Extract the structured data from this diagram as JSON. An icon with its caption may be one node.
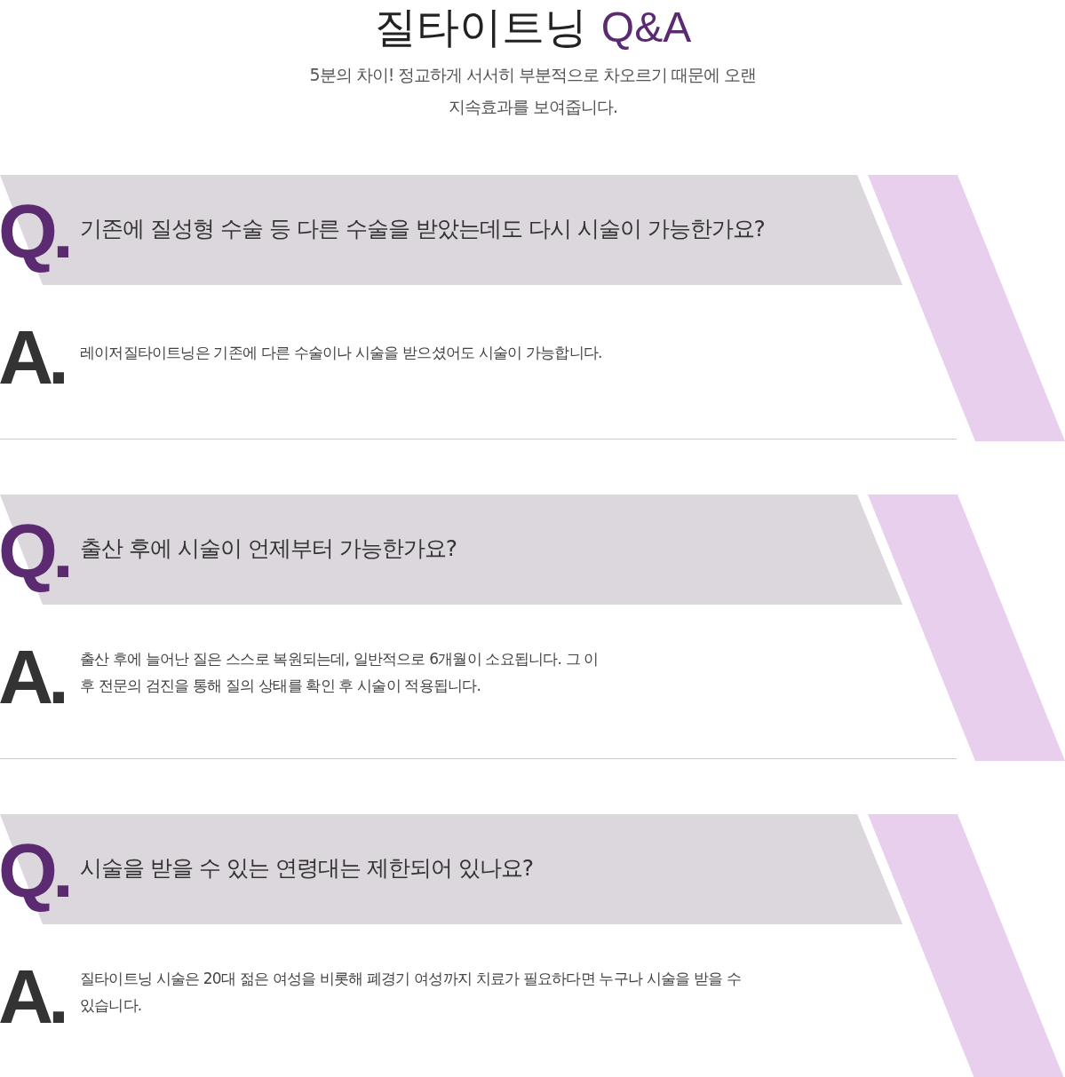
{
  "diagram": {
    "title": "질타이트닝",
    "nodes": [
      {
        "text": [
          "기존에 질성형 수술 등 다른 수술을 받았는데도 다시 시술이 가능한가요?"
        ]
      },
      {
        "text": [
          "출산 후에 시술이 언제부터 가능한가요?"
        ]
      },
      {
        "text": [
          "시술을 받을 수 있는 연령대는 제한되어 있나요?"
        ]
      }
    ],
    "labels": [
      "Q&A",
      "5분의 차이! 정교하게 서서히 부분적으로 차오르기 때문에 오랜 지속효과를 보여줍니다.",
      "Q.",
      "A.",
      "레이저질타이트닝은 기존에 다른 수술이나 시술을 받으셨어도 시술이 가능합니다.",
      "Q.",
      "A.",
      "출산 후에 늘어난 질은 스스로 복원되는데, 일반적으로 6개월이 소요됩니다. 그 이후 전문의 검진을 통해 질의 상태를 확인 후 시술이 적용됩니다.",
      "Q.",
      "A.",
      "질타이트닝 시술은 20대 젊은 여성을 비롯해 폐경기 여성까지 치료가  필요하다면 누구나 시술을 받을 수 있습니다."
    ]
  }
}
